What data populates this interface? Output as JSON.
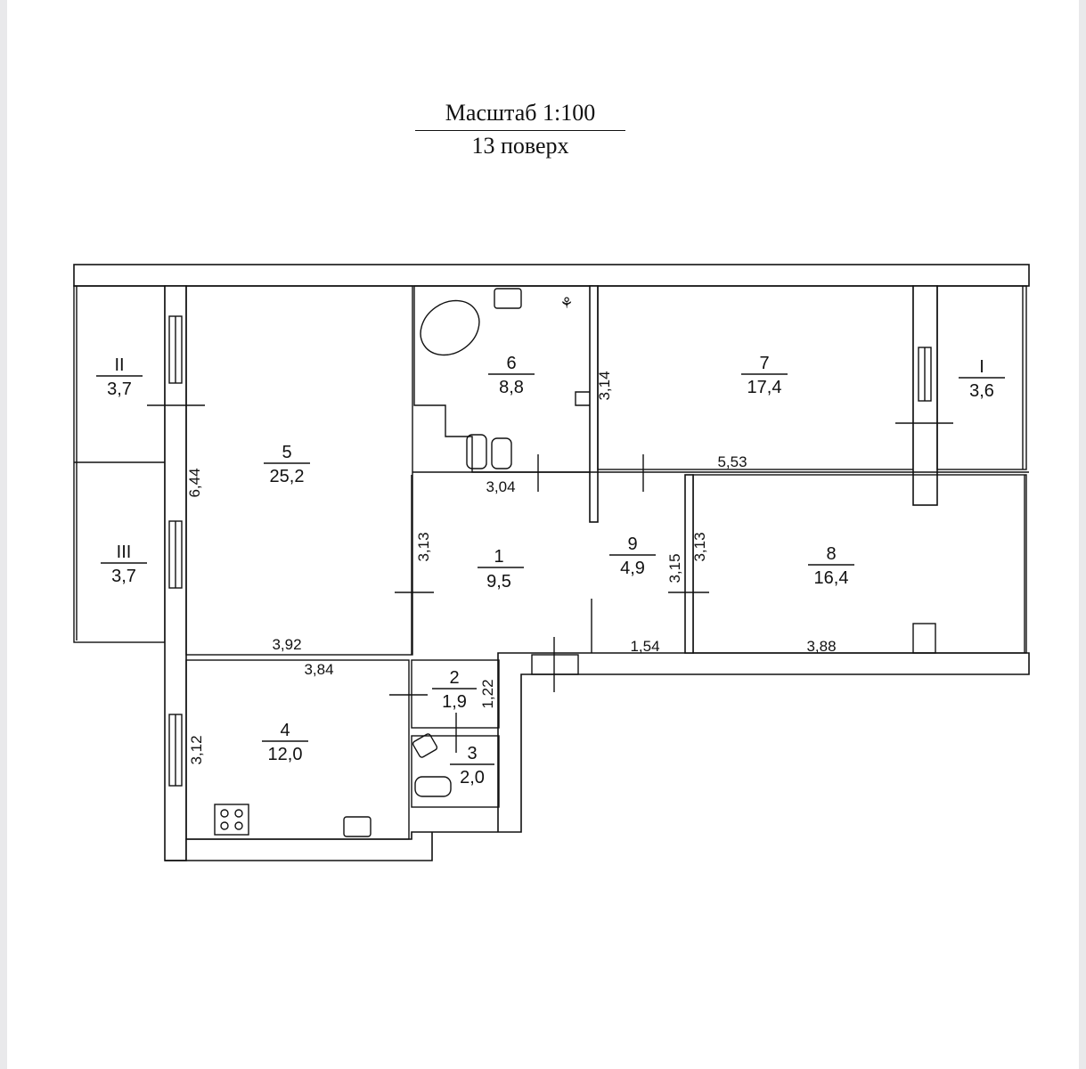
{
  "header": {
    "scale": "Масштаб 1:100",
    "floor": "13 поверх"
  },
  "rooms": [
    {
      "id": "r1",
      "number": "1",
      "area": "9,5"
    },
    {
      "id": "r2",
      "number": "2",
      "area": "1,9"
    },
    {
      "id": "r3",
      "number": "3",
      "area": "2,0"
    },
    {
      "id": "r4",
      "number": "4",
      "area": "12,0"
    },
    {
      "id": "r5",
      "number": "5",
      "area": "25,2"
    },
    {
      "id": "r6",
      "number": "6",
      "area": "8,8"
    },
    {
      "id": "r7",
      "number": "7",
      "area": "17,4"
    },
    {
      "id": "r8",
      "number": "8",
      "area": "16,4"
    },
    {
      "id": "r9",
      "number": "9",
      "area": "4,9"
    },
    {
      "id": "rI",
      "number": "I",
      "area": "3,6"
    },
    {
      "id": "rII",
      "number": "II",
      "area": "3,7"
    },
    {
      "id": "rIII",
      "number": "III",
      "area": "3,7"
    }
  ],
  "dimensions": {
    "d_644": "6,44",
    "d_392": "3,92",
    "d_384": "3,84",
    "d_312": "3,12",
    "d_304": "3,04",
    "d_314": "3,14",
    "d_553": "5,53",
    "d_313a": "3,13",
    "d_313b": "3,13",
    "d_315": "3,15",
    "d_154": "1,54",
    "d_388": "3,88",
    "d_122": "1,22"
  }
}
